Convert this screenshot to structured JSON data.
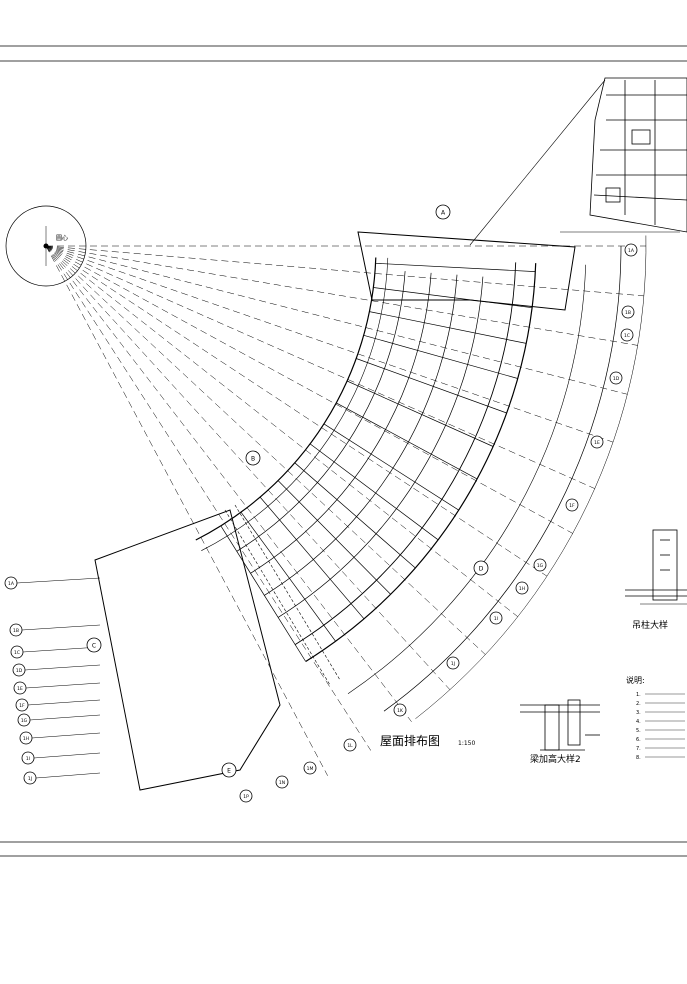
{
  "drawing": {
    "title": "屋面排布图",
    "scale": "1:150",
    "detail_titles": {
      "column_detail": "吊柱大样",
      "beam_detail": "梁加高大样2"
    },
    "notes_heading": "说明:",
    "notes": [
      "1.",
      "2.",
      "3.",
      "4.",
      "5.",
      "6.",
      "7.",
      "8."
    ],
    "axis_labels": [
      "1A",
      "1B",
      "1C",
      "1D",
      "1E",
      "1F",
      "1G",
      "1H",
      "1I",
      "1J",
      "1K",
      "1L",
      "1M",
      "1N",
      "1P"
    ],
    "callouts": [
      "A",
      "B",
      "C",
      "D",
      "E"
    ],
    "center_mark": "圆心"
  }
}
